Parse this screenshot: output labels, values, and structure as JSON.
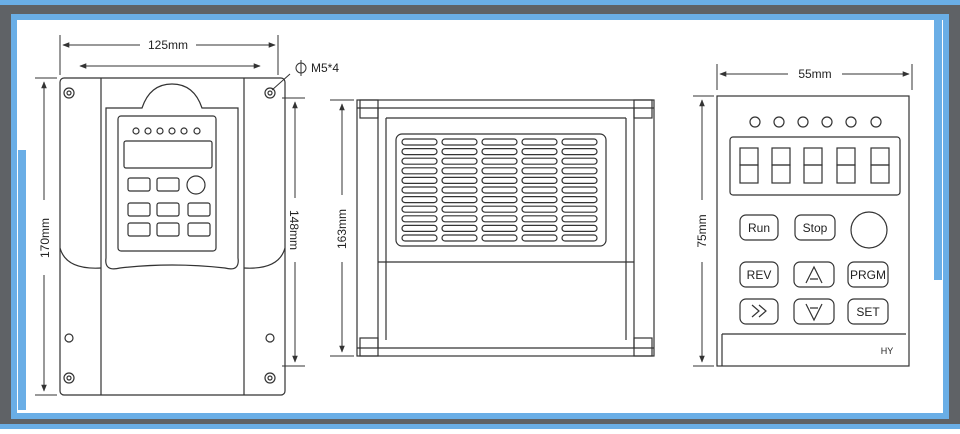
{
  "colors": {
    "frame_dark": "#5f6266",
    "accent_blue": "#6aaee6",
    "line": "#333333",
    "paper": "#ffffff"
  },
  "front_view": {
    "width_dim": "125mm",
    "height_dim": "170mm",
    "hole_spacing_dim": "148mm",
    "mount_hole_label": "M5*4",
    "diameter_symbol": "Φ"
  },
  "side_view": {
    "height_dim": "163mm"
  },
  "keypad": {
    "width_dim": "55mm",
    "height_dim": "75mm",
    "led_count": 6,
    "digit_count": 5,
    "buttons": {
      "run": "Run",
      "stop": "Stop",
      "rev": "REV",
      "prgm": "PRGM",
      "set": "SET"
    },
    "brand": "HY"
  }
}
